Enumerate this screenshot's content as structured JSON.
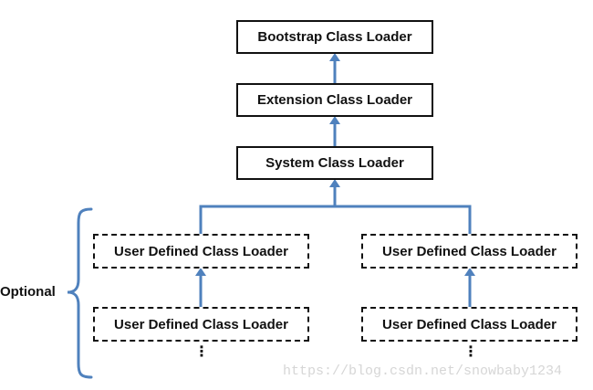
{
  "nodes": {
    "bootstrap": "Bootstrap Class Loader",
    "extension": "Extension Class Loader",
    "system": "System Class Loader",
    "user_left_top": "User Defined Class Loader",
    "user_right_top": "User Defined Class Loader",
    "user_left_bottom": "User Defined Class Loader",
    "user_right_bottom": "User Defined Class Loader"
  },
  "ellipsis": "⋮",
  "optional_label": "Optional",
  "watermark": "https://blog.csdn.net/snowbaby1234",
  "colors": {
    "arrow": "#4f81bd",
    "border": "#111111",
    "watermark": "#d6d6d6"
  }
}
